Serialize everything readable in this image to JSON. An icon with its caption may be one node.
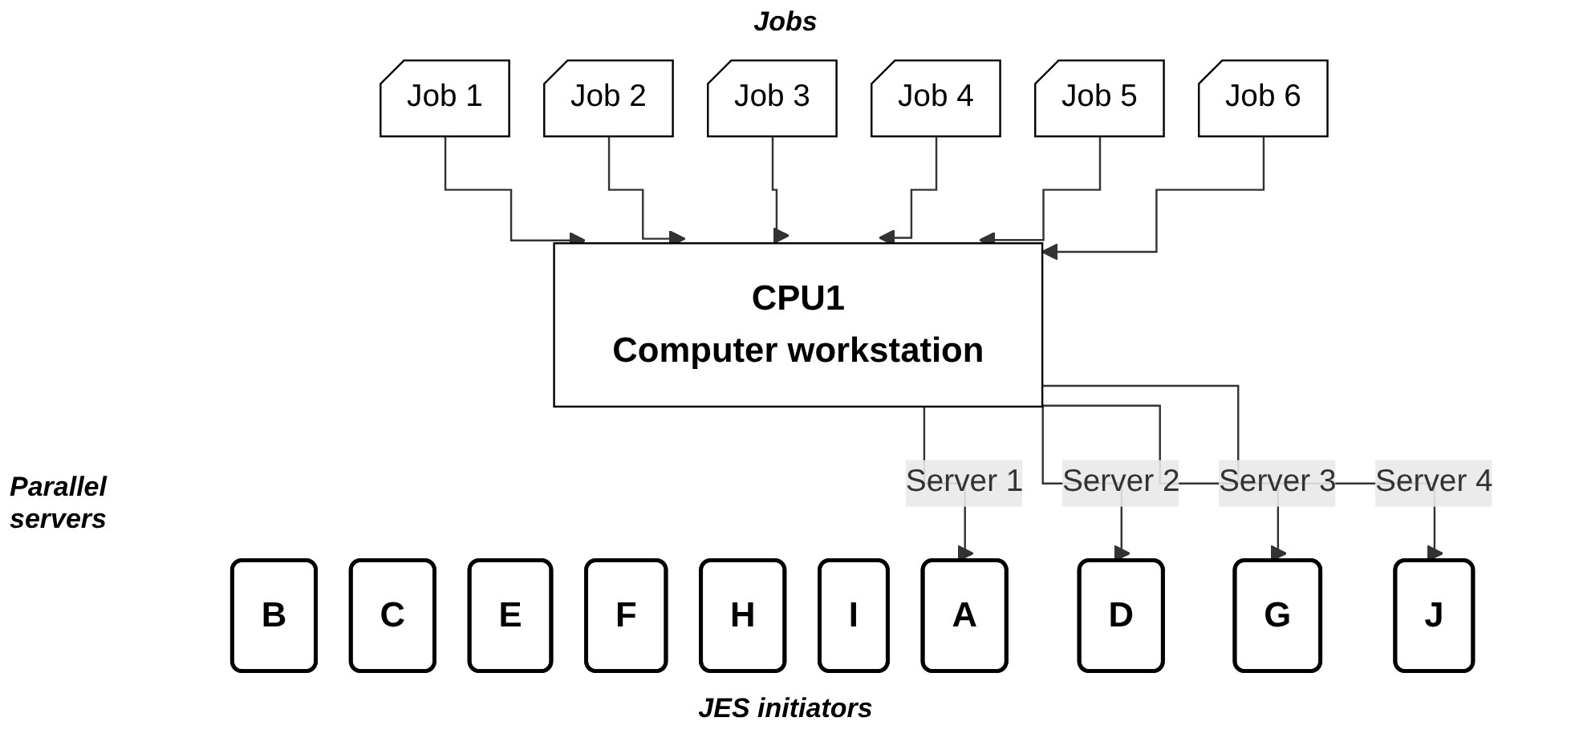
{
  "diagram": {
    "title": "Jobs",
    "nodes": [
      {
        "text": [
          "Job 1"
        ]
      },
      {
        "text": [
          "Job 2"
        ]
      },
      {
        "text": [
          "Job 3"
        ]
      },
      {
        "text": [
          "Job 4"
        ]
      },
      {
        "text": [
          "Job 5"
        ]
      },
      {
        "text": [
          "Job 6"
        ]
      },
      {
        "text": [
          "CPU1",
          "Computer workstation"
        ]
      },
      {
        "text": [
          "A"
        ]
      },
      {
        "text": [
          "B"
        ]
      },
      {
        "text": [
          "C"
        ]
      },
      {
        "text": [
          "D"
        ]
      },
      {
        "text": [
          "E"
        ]
      },
      {
        "text": [
          "F"
        ]
      },
      {
        "text": [
          "G"
        ]
      },
      {
        "text": [
          "H"
        ]
      },
      {
        "text": [
          "I"
        ]
      },
      {
        "text": [
          "J"
        ]
      }
    ],
    "edges": [
      {
        "from": 0,
        "to": 6,
        "arrow": "to"
      },
      {
        "from": 1,
        "to": 6,
        "arrow": "to"
      },
      {
        "from": 2,
        "to": 6,
        "arrow": "to"
      },
      {
        "from": 3,
        "to": 6,
        "arrow": "to"
      },
      {
        "from": 4,
        "to": 6,
        "arrow": "to"
      },
      {
        "from": 5,
        "to": 6,
        "arrow": "to"
      },
      {
        "from": 6,
        "to": 7,
        "arrow": "to",
        "label": "Server 1"
      },
      {
        "from": 6,
        "to": 10,
        "arrow": "to",
        "label": "Server 2"
      },
      {
        "from": 6,
        "to": 13,
        "arrow": "to",
        "label": "Server 3"
      },
      {
        "from": 6,
        "to": 16,
        "arrow": "to",
        "label": "Server 4"
      }
    ],
    "labels": [
      "Parallel servers",
      "JES initiators"
    ]
  }
}
